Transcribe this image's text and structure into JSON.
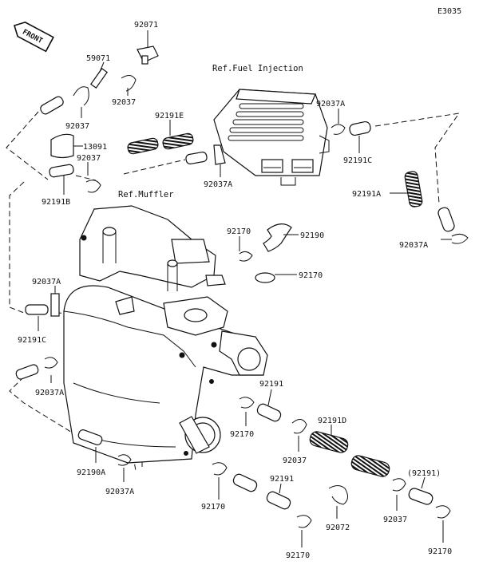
{
  "diagram": {
    "figure_code": "E3035",
    "front_badge": "FRONT",
    "refs": {
      "fuel_injection": "Ref.Fuel Injection",
      "muffler": "Ref.Muffler"
    },
    "callouts": [
      "92071",
      "59071",
      "92037",
      "92037",
      "13091",
      "92037",
      "92191B",
      "92191E",
      "92037A",
      "92037A",
      "92191C",
      "92191A",
      "92037A",
      "92170",
      "92190",
      "92170",
      "92037A",
      "92191C",
      "92037A",
      "92191",
      "92170",
      "92191D",
      "92037",
      "(92191)",
      "92190A",
      "92037A",
      "92170",
      "92191",
      "92072",
      "92037",
      "92170",
      "92170"
    ]
  }
}
